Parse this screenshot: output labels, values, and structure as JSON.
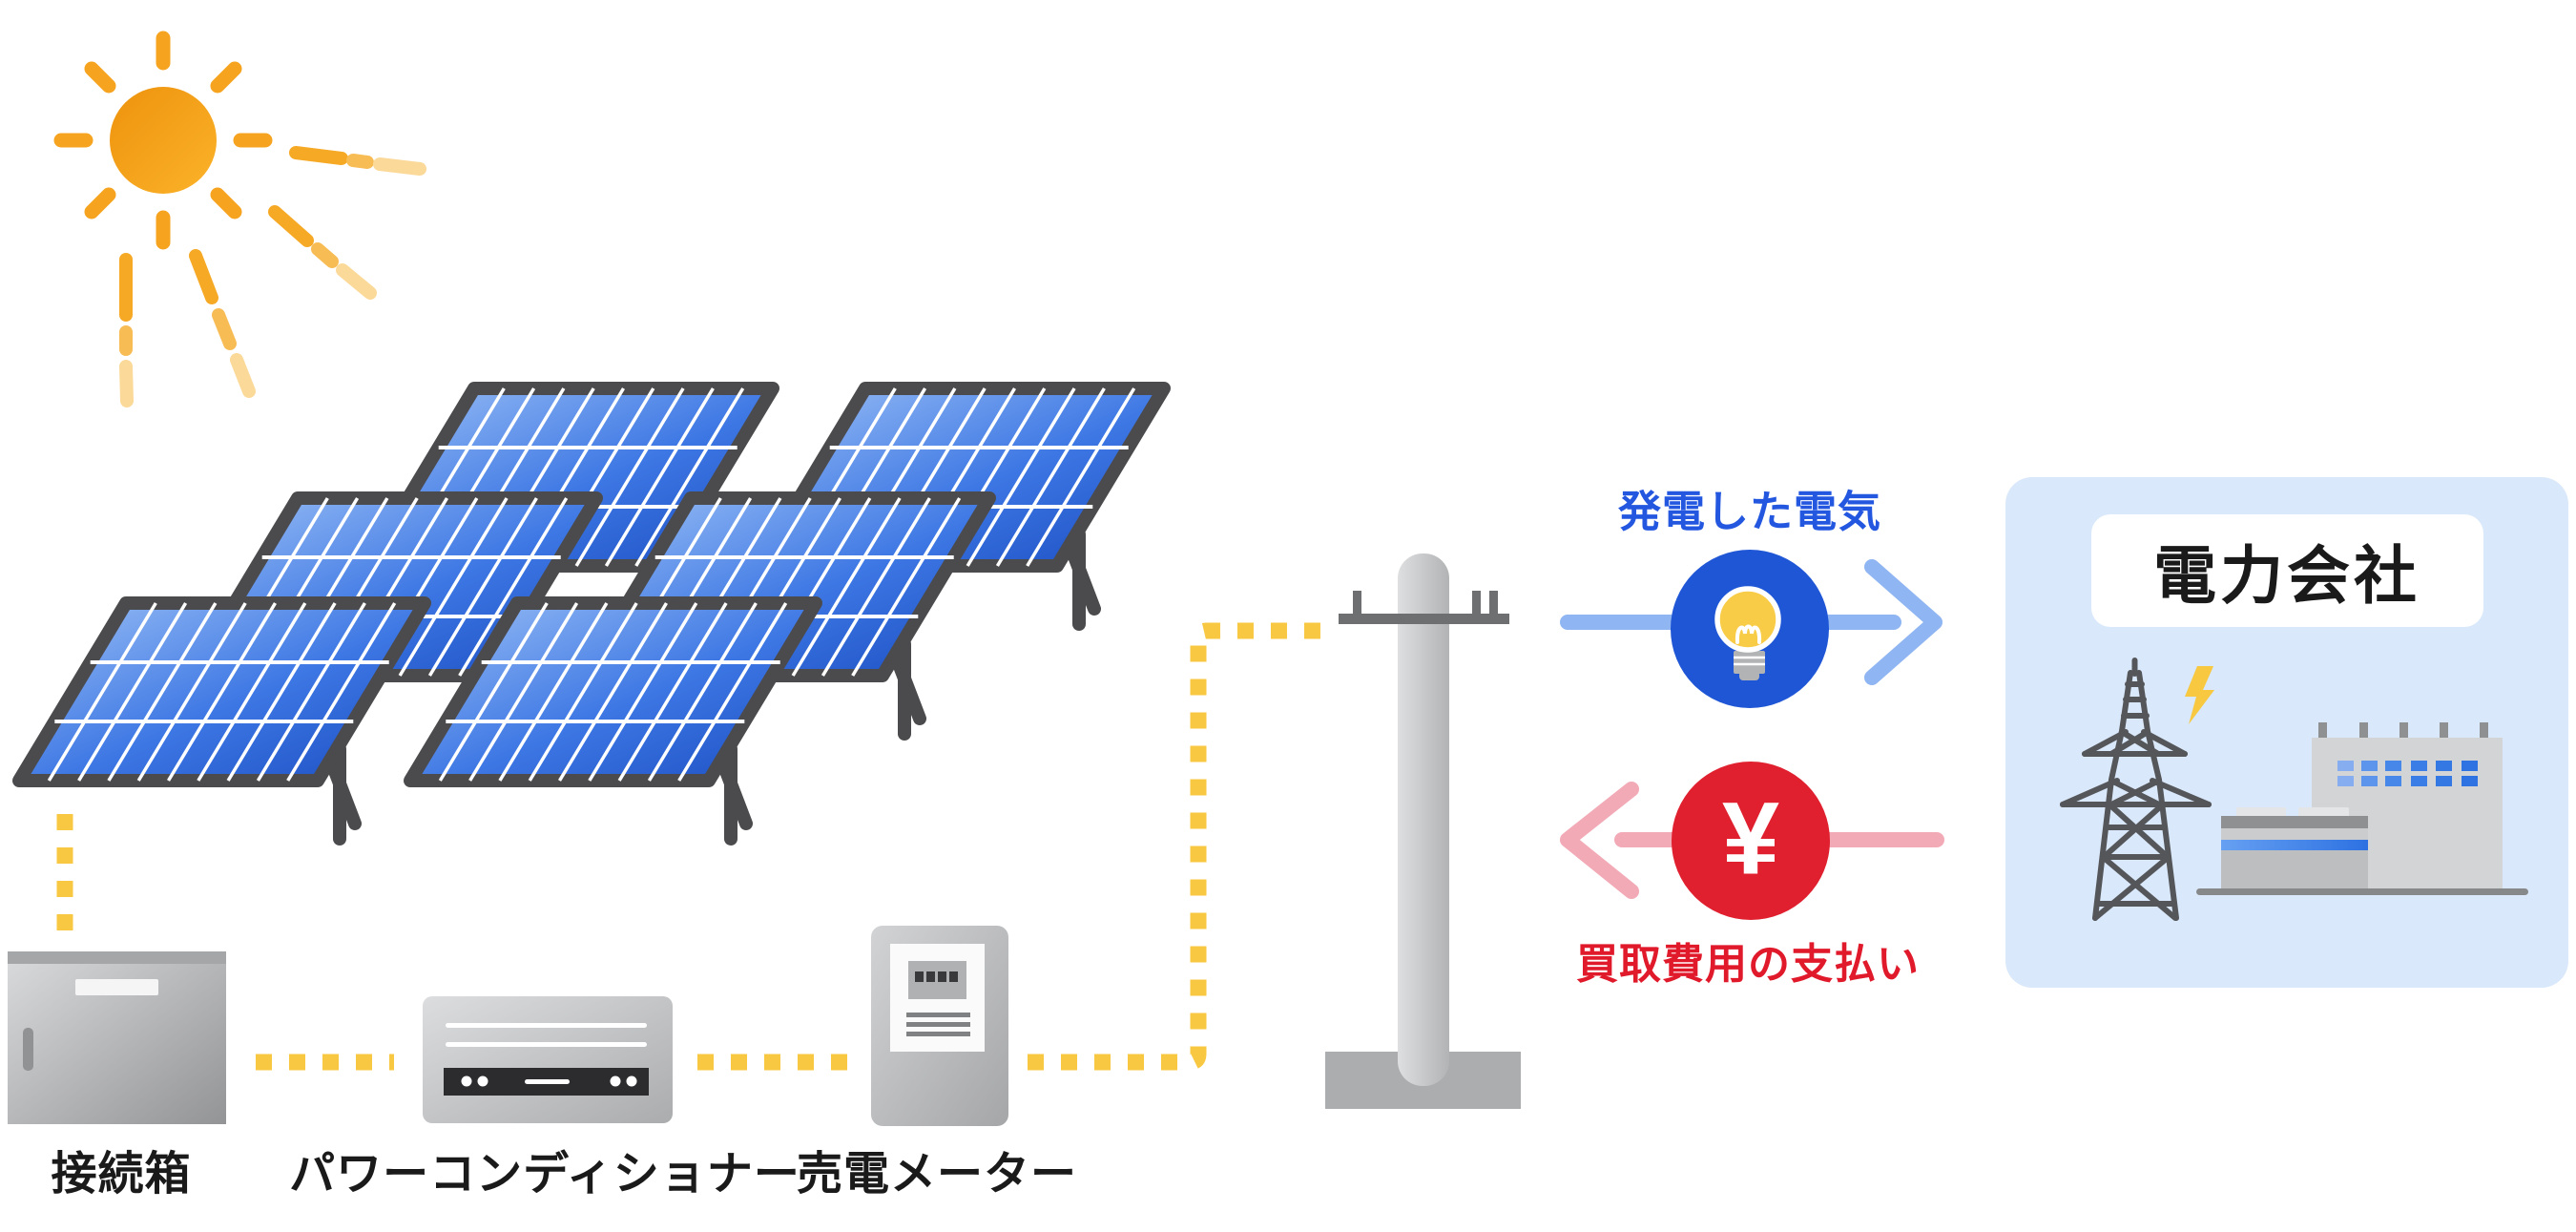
{
  "diagram": {
    "devices": [
      {
        "name": "connection-box",
        "label": "接続箱"
      },
      {
        "name": "power-conditioner",
        "label": "パワーコンディショナー"
      },
      {
        "name": "sell-meter",
        "label": "売電メーター"
      }
    ],
    "company": {
      "label": "電力会社"
    },
    "flow_to_company": {
      "label": "発電した電気",
      "icon": "light-bulb-icon"
    },
    "flow_from_company": {
      "label": "買取費用の支払い",
      "symbol": "¥"
    }
  },
  "icons": {
    "sun": "sun-icon",
    "solar_panels": "solar-panel-icon",
    "connection_box": "connection-box-icon",
    "power_conditioner": "power-conditioner-icon",
    "sell_meter": "sell-meter-icon",
    "utility_pole": "utility-pole-icon",
    "light_bulb": "light-bulb-icon",
    "yen_badge": "yen-icon",
    "transmission_tower": "transmission-tower-icon",
    "lightning": "lightning-bolt-icon",
    "power_plant": "power-plant-icon",
    "wire": "dashed-wire"
  },
  "colors": {
    "wire_yellow": "#F9C842",
    "sun_orange_dark": "#EE920D",
    "sun_orange_light": "#FBB32A",
    "panel_blue_light": "#9DC1F6",
    "panel_blue_dark": "#1A4CC0",
    "panel_frame": "#4B4B4D",
    "electricity_text_blue": "#2357E0",
    "electricity_arrow_blue": "#8FB5F2",
    "electricity_badge_blue": "#1E56D6",
    "bulb_yellow": "#F8CC47",
    "payment_text_red": "#E0192B",
    "payment_arrow_pink": "#F2AAB6",
    "payment_badge_red": "#E0202F",
    "company_panel_blue": "#D9E8FA",
    "device_gray": "#C7C8CA",
    "ground_gray": "#87888A"
  }
}
